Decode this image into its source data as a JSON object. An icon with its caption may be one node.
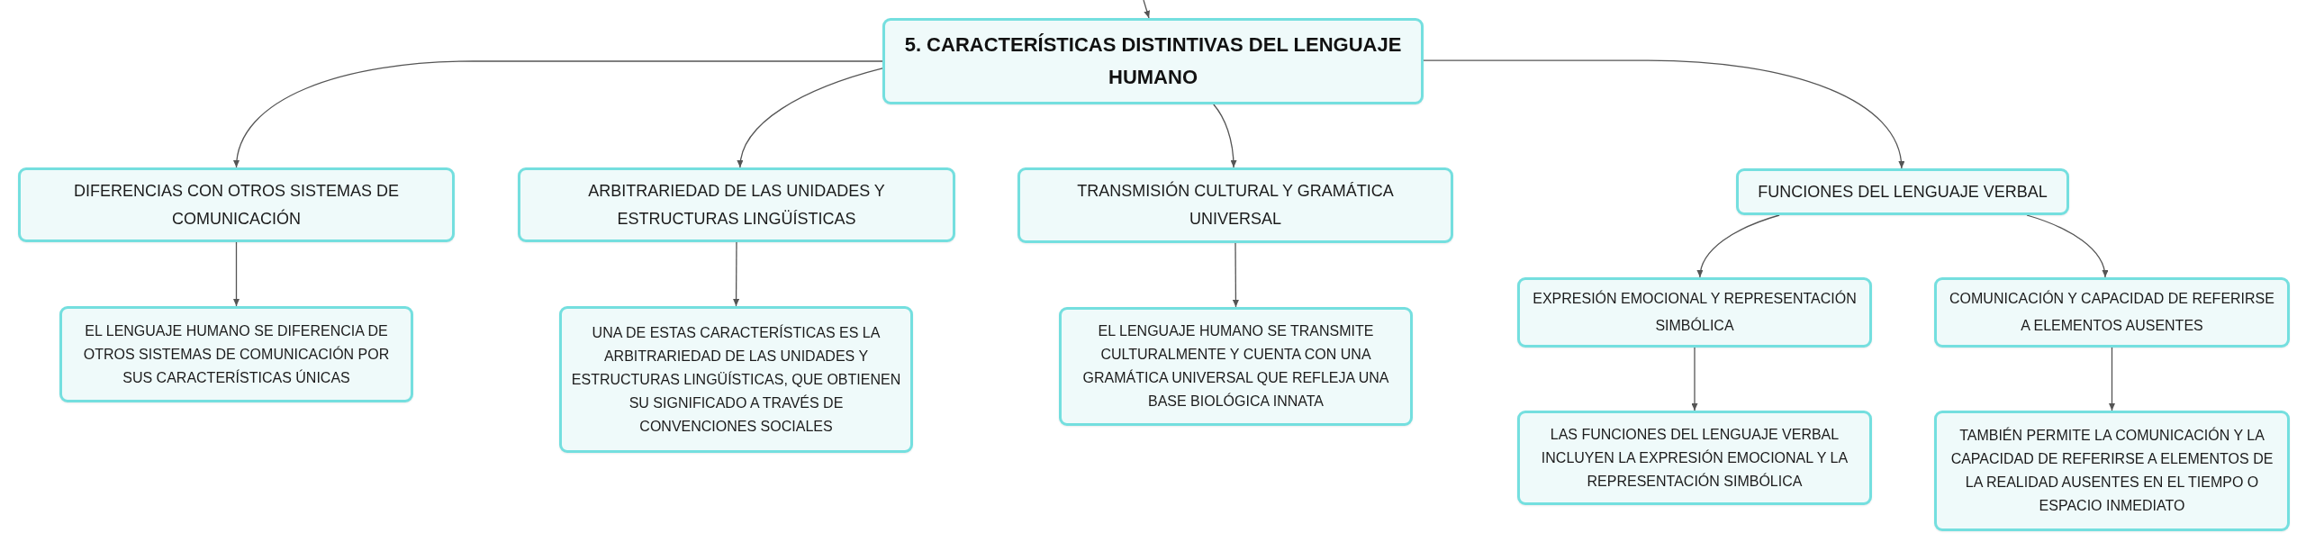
{
  "diagram": {
    "nodes": [
      {
        "text": [
          "5. CARACTERÍSTICAS DISTINTIVAS DEL LENGUAJE HUMANO"
        ]
      },
      {
        "text": [
          "DIFERENCIAS CON OTROS SISTEMAS DE COMUNICACIÓN"
        ]
      },
      {
        "text": [
          "ARBITRARIEDAD DE LAS UNIDADES Y ESTRUCTURAS LINGÜÍSTICAS"
        ]
      },
      {
        "text": [
          "TRANSMISIÓN CULTURAL Y GRAMÁTICA UNIVERSAL"
        ]
      },
      {
        "text": [
          "FUNCIONES DEL LENGUAJE VERBAL"
        ]
      },
      {
        "text": [
          "EL LENGUAJE HUMANO SE DIFERENCIA DE OTROS SISTEMAS DE COMUNICACIÓN POR SUS CARACTERÍSTICAS ÚNICAS"
        ]
      },
      {
        "text": [
          "UNA DE ESTAS CARACTERÍSTICAS ES LA ARBITRARIEDAD DE LAS UNIDADES Y ESTRUCTURAS LINGÜÍSTICAS, QUE OBTIENEN SU SIGNIFICADO A TRAVÉS DE CONVENCIONES SOCIALES"
        ]
      },
      {
        "text": [
          "EL LENGUAJE HUMANO SE TRANSMITE CULTURALMENTE Y CUENTA CON UNA GRAMÁTICA UNIVERSAL QUE REFLEJA UNA BASE BIOLÓGICA INNATA"
        ]
      },
      {
        "text": [
          "EXPRESIÓN EMOCIONAL Y REPRESENTACIÓN SIMBÓLICA"
        ]
      },
      {
        "text": [
          "COMUNICACIÓN Y CAPACIDAD DE REFERIRSE A ELEMENTOS AUSENTES"
        ]
      },
      {
        "text": [
          "LAS FUNCIONES DEL LENGUAJE VERBAL INCLUYEN LA EXPRESIÓN EMOCIONAL Y LA REPRESENTACIÓN SIMBÓLICA"
        ]
      },
      {
        "text": [
          "TAMBIÉN PERMITE LA COMUNICACIÓN Y LA CAPACIDAD DE REFERIRSE A ELEMENTOS DE LA REALIDAD AUSENTES EN EL TIEMPO O ESPACIO INMEDIATO"
        ]
      }
    ],
    "edges": [
      {
        "from": null,
        "to": 0,
        "arrow": "to"
      },
      {
        "from": 0,
        "to": 1,
        "arrow": "to"
      },
      {
        "from": 0,
        "to": 2,
        "arrow": "to"
      },
      {
        "from": 0,
        "to": 3,
        "arrow": "to"
      },
      {
        "from": 0,
        "to": 4,
        "arrow": "to"
      },
      {
        "from": 1,
        "to": 5,
        "arrow": "to"
      },
      {
        "from": 2,
        "to": 6,
        "arrow": "to"
      },
      {
        "from": 3,
        "to": 7,
        "arrow": "to"
      },
      {
        "from": 4,
        "to": 8,
        "arrow": "to"
      },
      {
        "from": 4,
        "to": 9,
        "arrow": "to"
      },
      {
        "from": 8,
        "to": 10,
        "arrow": "to"
      },
      {
        "from": 9,
        "to": 11,
        "arrow": "to"
      }
    ]
  }
}
